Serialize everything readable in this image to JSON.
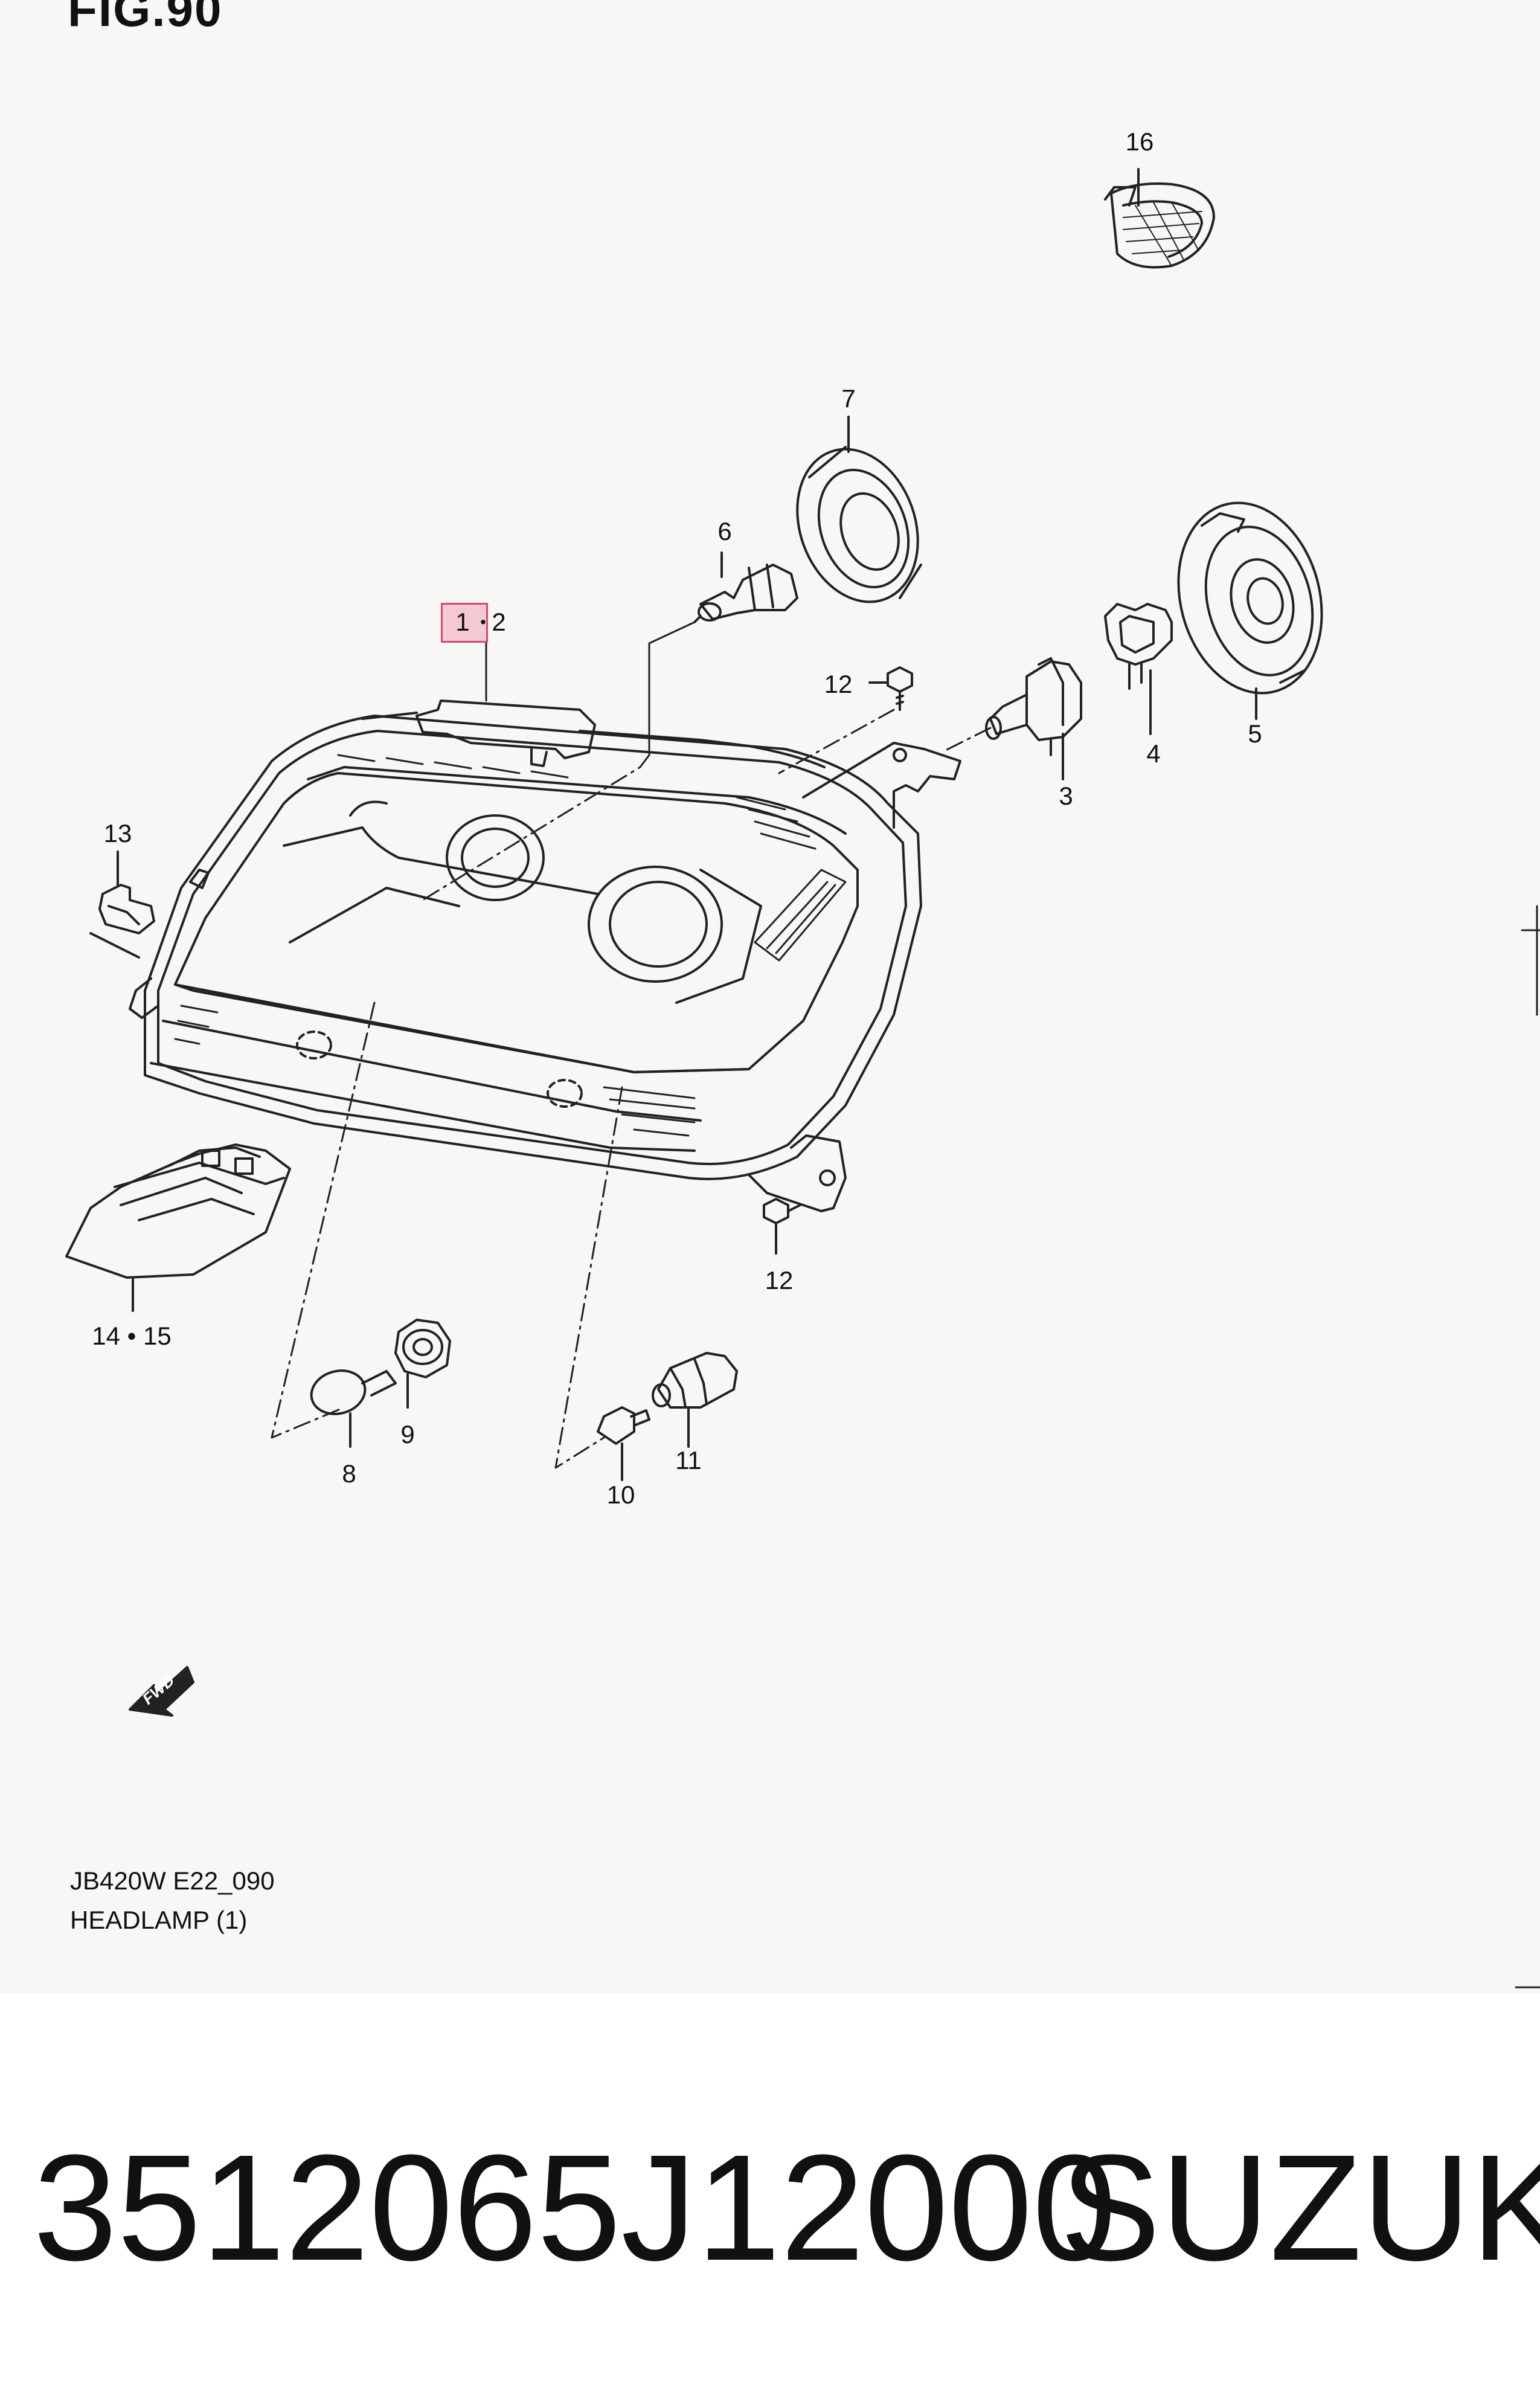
{
  "figure_title": "FIG.90",
  "callouts": {
    "c1": "1",
    "c1_sep": "•",
    "c2": "2",
    "c3": "3",
    "c4": "4",
    "c5": "5",
    "c6": "6",
    "c7": "7",
    "c8": "8",
    "c9": "9",
    "c10": "10",
    "c11": "11",
    "c12_top": "12",
    "c12_bottom": "12",
    "c13": "13",
    "c14_15": "14 • 15",
    "c16": "16"
  },
  "fwd_arrow_label": "FWD",
  "caption": {
    "code": "JB420W E22_090",
    "name": "HEADLAMP (1)"
  },
  "footer": {
    "part_number": "3512065J12000",
    "brand": "SUZUKI"
  },
  "colors": {
    "background": "#f7f7f6",
    "line": "#222222",
    "highlight": "#f5c9d2"
  }
}
